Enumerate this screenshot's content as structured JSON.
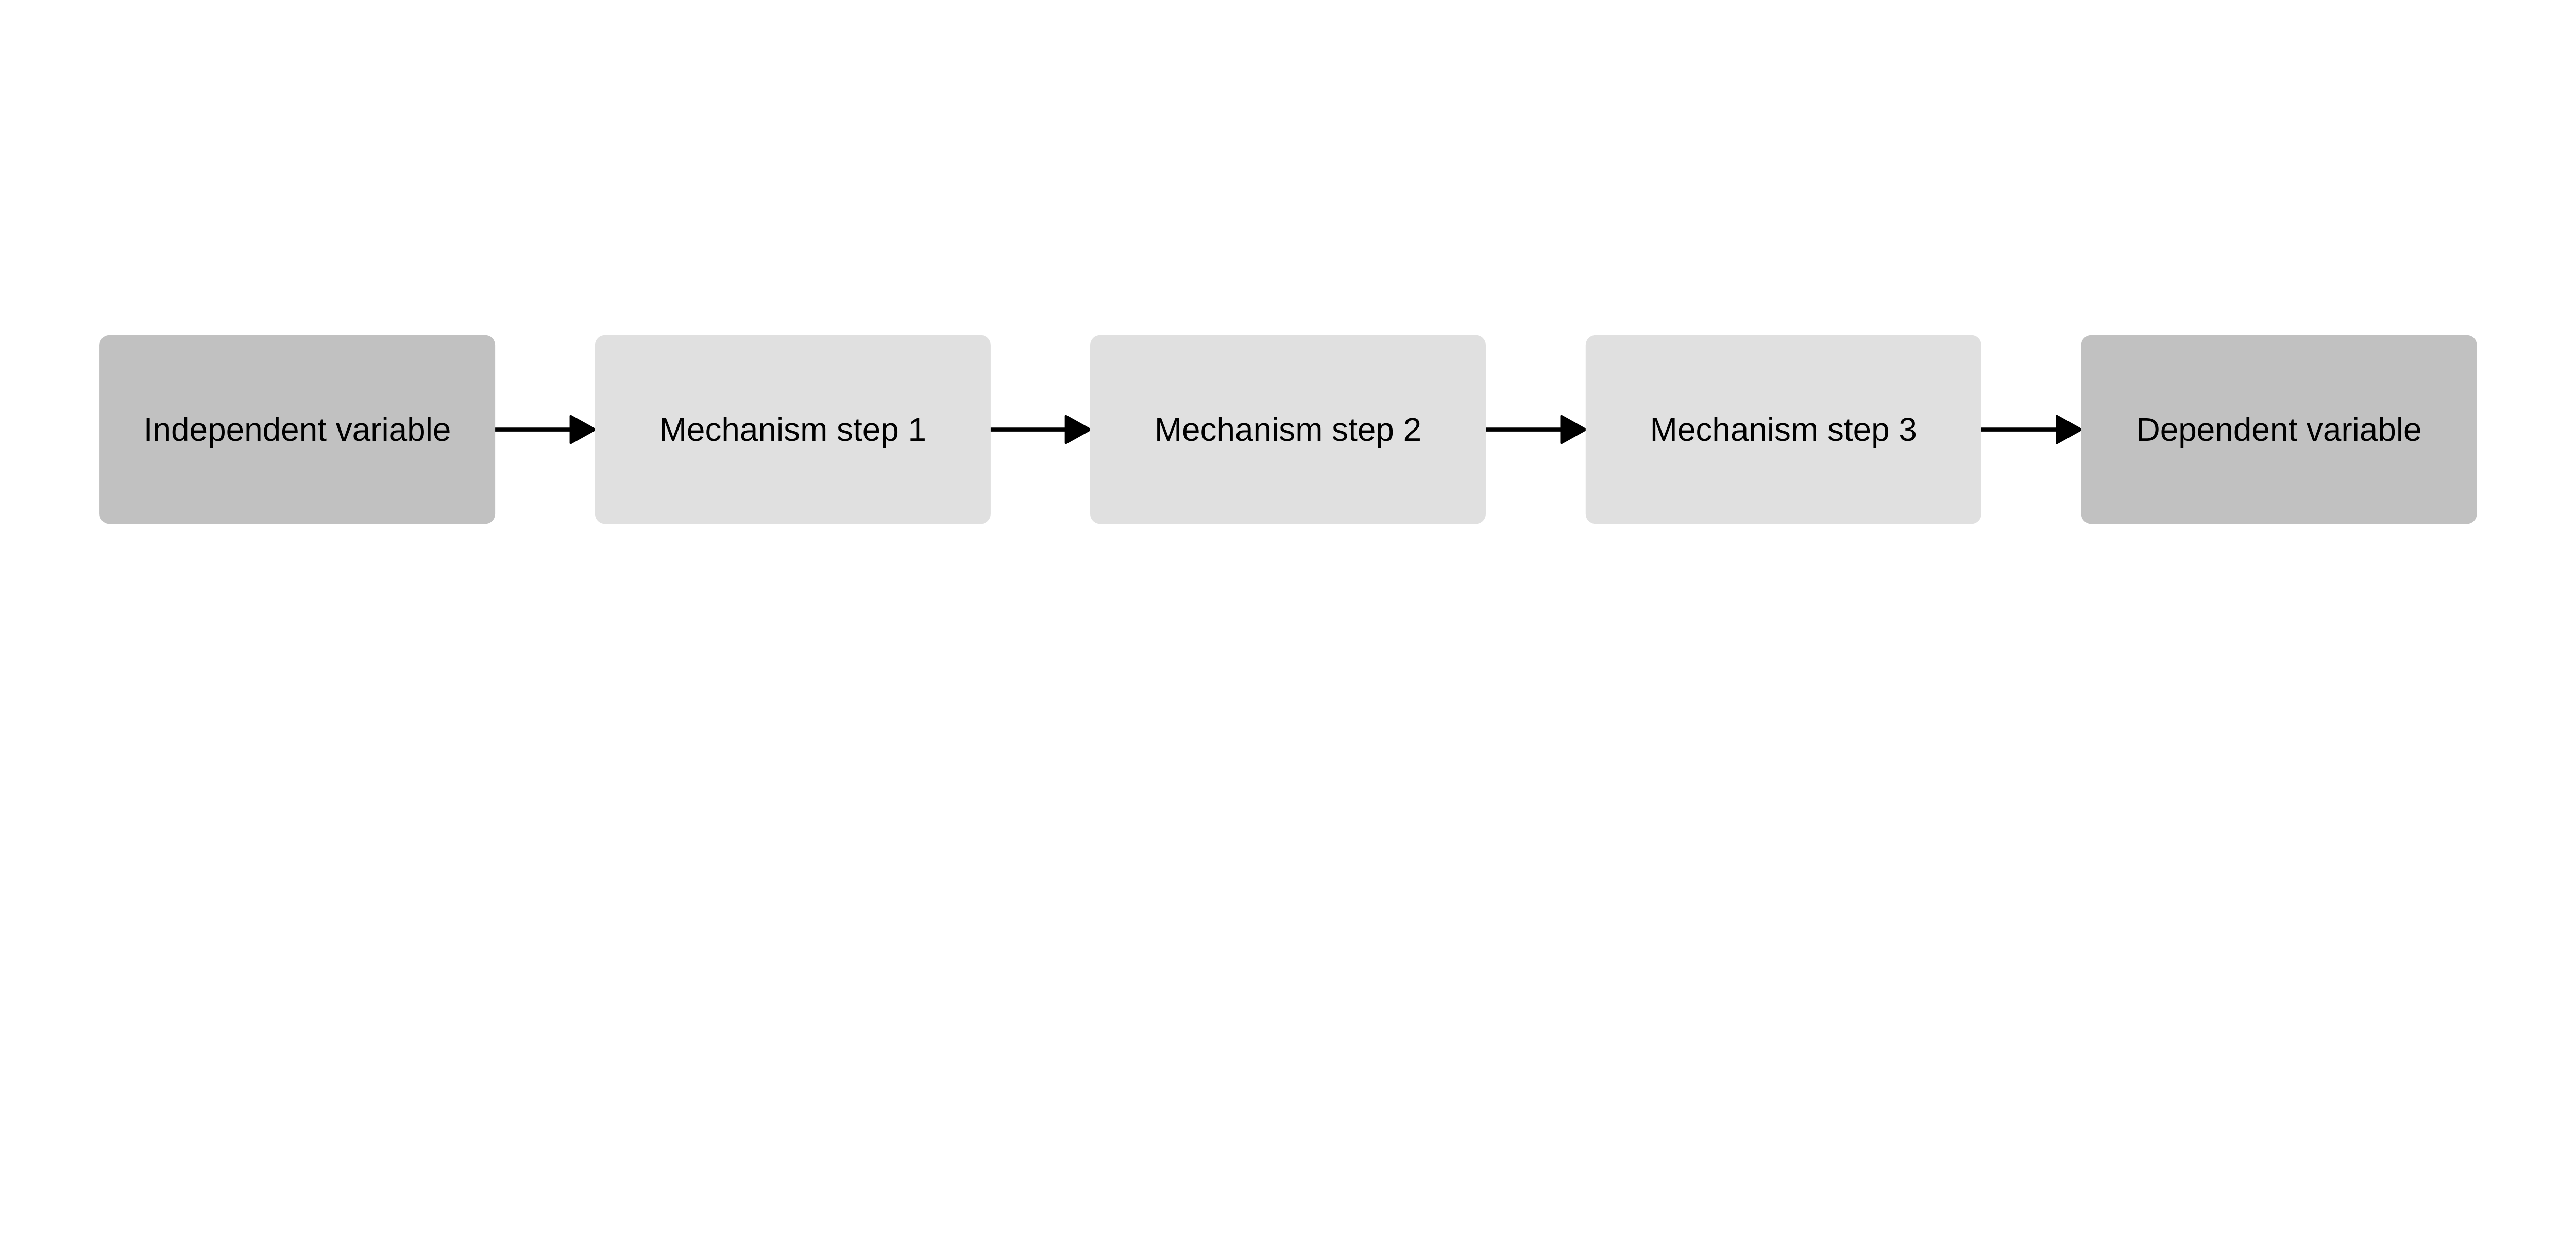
{
  "diagram": {
    "nodes": [
      {
        "label": "Independent variable",
        "fill": "#c1c1c1"
      },
      {
        "label": "Mechanism step 1",
        "fill": "#e0e0e0"
      },
      {
        "label": "Mechanism step 2",
        "fill": "#e0e0e0"
      },
      {
        "label": "Mechanism step 3",
        "fill": "#e0e0e0"
      },
      {
        "label": "Dependent variable",
        "fill": "#c1c1c1"
      }
    ],
    "edges": [
      {
        "from": 0,
        "to": 1
      },
      {
        "from": 1,
        "to": 2
      },
      {
        "from": 2,
        "to": 3
      },
      {
        "from": 3,
        "to": 4
      }
    ],
    "arrow_color": "#000000"
  }
}
